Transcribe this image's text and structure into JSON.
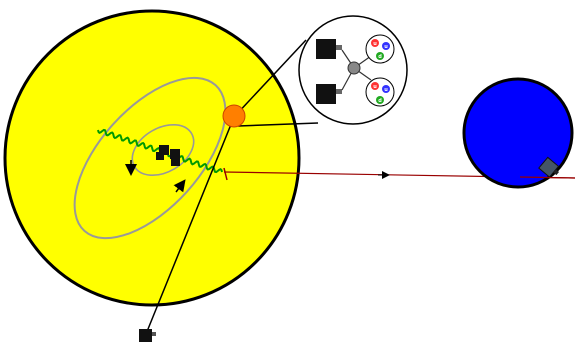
{
  "colors": {
    "yellow_body": "#ffff00",
    "blue_body": "#0000ff",
    "orange_target": "#ff7f00",
    "zoom_bubble": "#ffffff",
    "orbit_path": "#999999",
    "wavy_path": "#009900",
    "red_ray": "#990000",
    "detector_black": "#111111",
    "up_quark": "#ff3333",
    "down_quark": "#3333ff",
    "green_quark": "#22aa22",
    "node_gray": "#888888"
  },
  "icons": {
    "detector": "square-detector-icon",
    "quark": "circle-quark-icon",
    "node": "circle-node-icon"
  },
  "quark_labels": {
    "upper_group": [
      "u",
      "u",
      "d"
    ],
    "lower_group": [
      "u",
      "u",
      "d"
    ]
  }
}
